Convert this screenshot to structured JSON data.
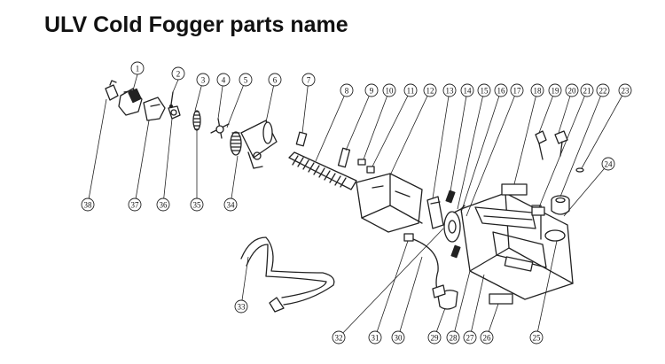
{
  "title": "ULV Cold Fogger parts name",
  "callouts": [
    "1",
    "2",
    "3",
    "4",
    "5",
    "6",
    "7",
    "8",
    "9",
    "10",
    "11",
    "12",
    "13",
    "14",
    "15",
    "16",
    "17",
    "18",
    "19",
    "20",
    "21",
    "22",
    "23",
    "24",
    "25",
    "26",
    "27",
    "28",
    "29",
    "30",
    "31",
    "32",
    "33",
    "34",
    "35",
    "36",
    "37",
    "38"
  ]
}
